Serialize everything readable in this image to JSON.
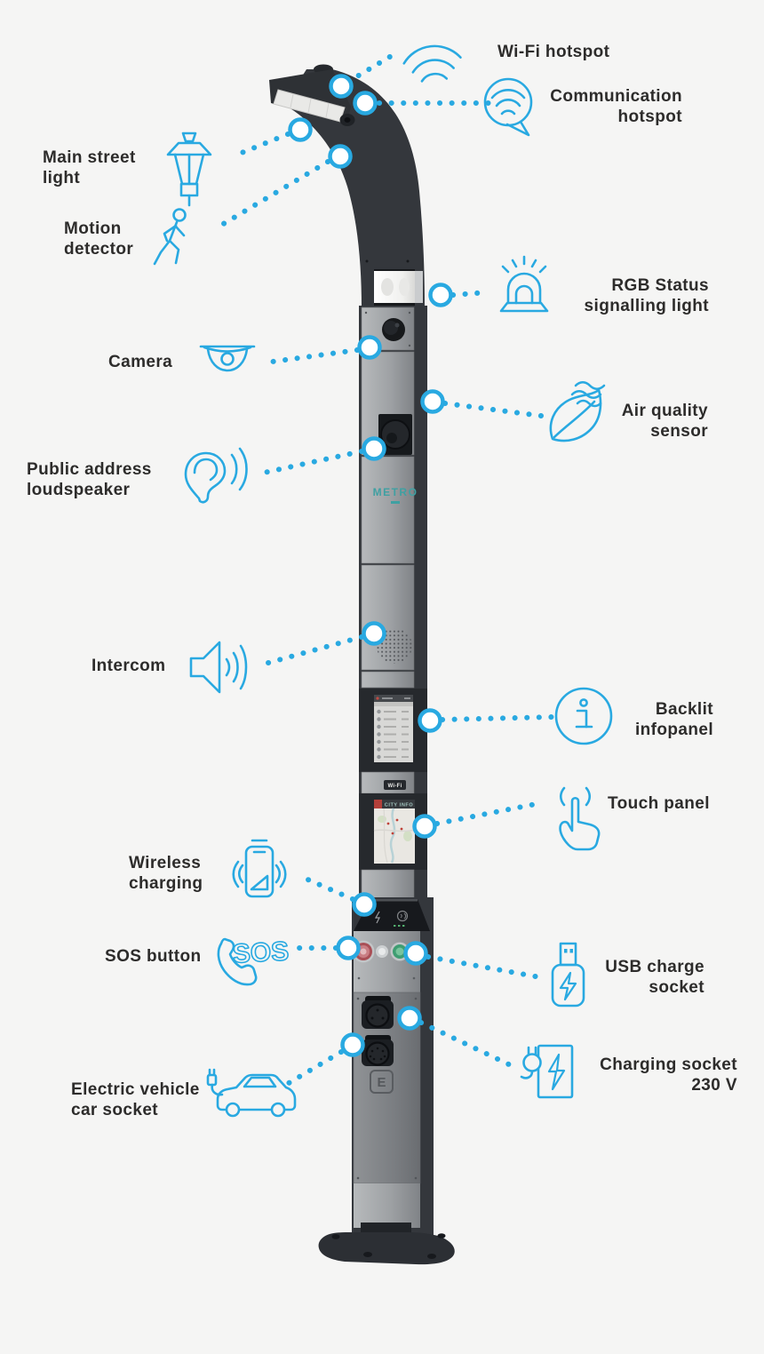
{
  "colors": {
    "background": "#f5f5f4",
    "accent_blue": "#29a9e1",
    "label_text": "#2d2c2b",
    "pole_dark": "#34373c",
    "pole_gray": "#9fa2a5",
    "metro_teal": "#3fa0a2",
    "sos_button_red": "#a94f56",
    "ok_button_green": "#3f9d72"
  },
  "pole": {
    "brand": "METRO",
    "wifi_badge": "Wi-Fi",
    "touchscreen_title": "CITY INFO",
    "ev_logo": "E"
  },
  "icons": {
    "sos_text": "SOS"
  },
  "callouts": [
    {
      "id": "wifi-hotspot",
      "label": "Wi-Fi hotspot",
      "icon": "wifi-icon"
    },
    {
      "id": "communication-hotspot",
      "label": "Communication\nhotspot",
      "icon": "communication-bubble-icon"
    },
    {
      "id": "main-street-light",
      "label": "Main street\nlight",
      "icon": "street-lamp-icon"
    },
    {
      "id": "motion-detector",
      "label": "Motion\ndetector",
      "icon": "walking-person-icon"
    },
    {
      "id": "rgb-status-light",
      "label": "RGB Status\nsignalling light",
      "icon": "beacon-light-icon"
    },
    {
      "id": "camera",
      "label": "Camera",
      "icon": "dome-camera-icon"
    },
    {
      "id": "air-quality-sensor",
      "label": "Air quality\nsensor",
      "icon": "leaf-wind-icon"
    },
    {
      "id": "public-address-loudspeaker",
      "label": "Public address\nloudspeaker",
      "icon": "ear-sound-icon"
    },
    {
      "id": "intercom",
      "label": "Intercom",
      "icon": "loudspeaker-icon"
    },
    {
      "id": "backlit-infopanel",
      "label": "Backlit\ninfopanel",
      "icon": "info-circle-icon"
    },
    {
      "id": "touch-panel",
      "label": "Touch panel",
      "icon": "touch-hand-icon"
    },
    {
      "id": "wireless-charging",
      "label": "Wireless\ncharging",
      "icon": "wireless-charging-phone-icon"
    },
    {
      "id": "sos-button",
      "label": "SOS button",
      "icon": "sos-phone-icon"
    },
    {
      "id": "usb-charge-socket",
      "label": "USB charge\nsocket",
      "icon": "usb-stick-icon"
    },
    {
      "id": "charging-socket-230v",
      "label": "Charging socket\n230 V",
      "icon": "plug-lightning-icon"
    },
    {
      "id": "electric-vehicle-car-socket",
      "label": "Electric vehicle\ncar socket",
      "icon": "ev-car-icon"
    }
  ]
}
